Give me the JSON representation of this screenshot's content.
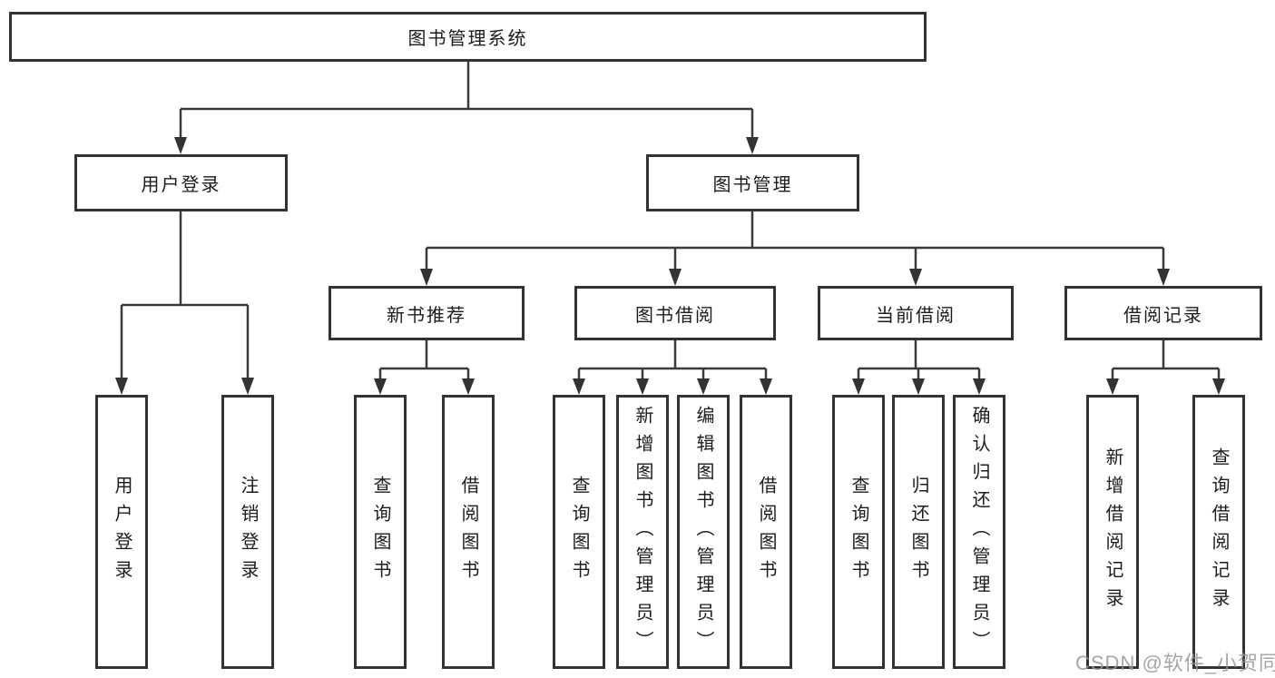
{
  "tree": {
    "root": {
      "label": "图书管理系统"
    },
    "branches": [
      {
        "label": "用户登录",
        "children": [
          {
            "label": "用户登录"
          },
          {
            "label": "注销登录"
          }
        ]
      },
      {
        "label": "图书管理",
        "children": [
          {
            "label": "新书推荐",
            "children": [
              {
                "label": "查询图书"
              },
              {
                "label": "借阅图书"
              }
            ]
          },
          {
            "label": "图书借阅",
            "children": [
              {
                "label": "查询图书"
              },
              {
                "label": "新增图书（管理员）"
              },
              {
                "label": "编辑图书（管理员）"
              },
              {
                "label": "借阅图书"
              }
            ]
          },
          {
            "label": "当前借阅",
            "children": [
              {
                "label": "查询图书"
              },
              {
                "label": "归还图书"
              },
              {
                "label": "确认归还（管理员）"
              }
            ]
          },
          {
            "label": "借阅记录",
            "children": [
              {
                "label": "新增借阅记录"
              },
              {
                "label": "查询借阅记录"
              }
            ]
          }
        ]
      }
    ]
  },
  "colors": {
    "line": "#3a3a3a",
    "border": "#333333",
    "text": "#1c1c1c",
    "watermark": "#969696"
  },
  "watermark": {
    "text": "CSDN @软件_小贺同学"
  }
}
